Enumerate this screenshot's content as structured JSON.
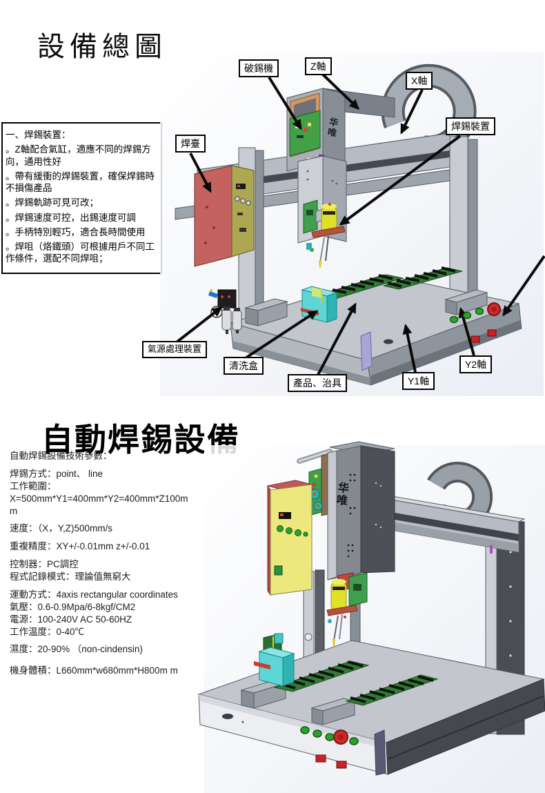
{
  "brand": "华唯",
  "section1": {
    "title": "設備總圖",
    "info_lines": [
      "一、焊錫裝置：",
      "。Z軸配合氣缸，適應不同的焊錫方向，通用性好",
      "。帶有緩衝的焊錫裝置，確保焊錫時不損傷產品",
      "。焊錫軌跡可見可改；",
      "。焊錫速度可控，出錫速度可調",
      "。手柄特別輕巧，適合長時間使用",
      "。焊咀（烙鐵頭）可根據用戶不同工作條件，選配不同焊咀；"
    ],
    "labels": {
      "breaker": "破錫機",
      "z_axis": "Z軸",
      "x_axis": "X軸",
      "solder_device": "焊錫裝置",
      "solder_station": "焊臺",
      "air_unit": "氣源處理裝置",
      "cleaning_box": "清洗盒",
      "product_fixture": "產品、治具",
      "y1_axis": "Y1軸",
      "y2_axis": "Y2軸"
    }
  },
  "section2": {
    "title": "自動焊錫設備",
    "spec_lines": [
      "自動焊錫設備技術參數：",
      "焊錫方式：point、 line",
      "工作範圍：",
      "X=500mm*Y1=400mm*Y2=400mm*Z100m",
      "m",
      "速度：（X，Y,Z)500mm/s",
      "重複精度：XY+/-0.01mm z+/-0.01",
      "控制器：PC調控",
      "程式記錄模式：理論值無窮大",
      "運動方式：4axis rectangular coordinates",
      "氣壓：0.6-0.9Mpa/6-8kgf/CM2",
      "電源：100-240V AC 50-60HZ",
      "工作温度：0-40℃",
      "濕度：20-90% （non-cindensin)",
      "機身體積：L660mm*w680mm*H800m m"
    ]
  },
  "colors": {
    "frame_gray": "#b7bcc4",
    "dark_gray": "#4a4e54",
    "station_red": "#c4625f",
    "cabinet_yellow": "#ede87d",
    "pcb_green": "#3f9f4f",
    "tray_green": "#2e7d32",
    "cleaning_cyan": "#5fd6d6",
    "feeder_yellow": "#e0e02b",
    "emergency_red": "#cc2a2a"
  }
}
